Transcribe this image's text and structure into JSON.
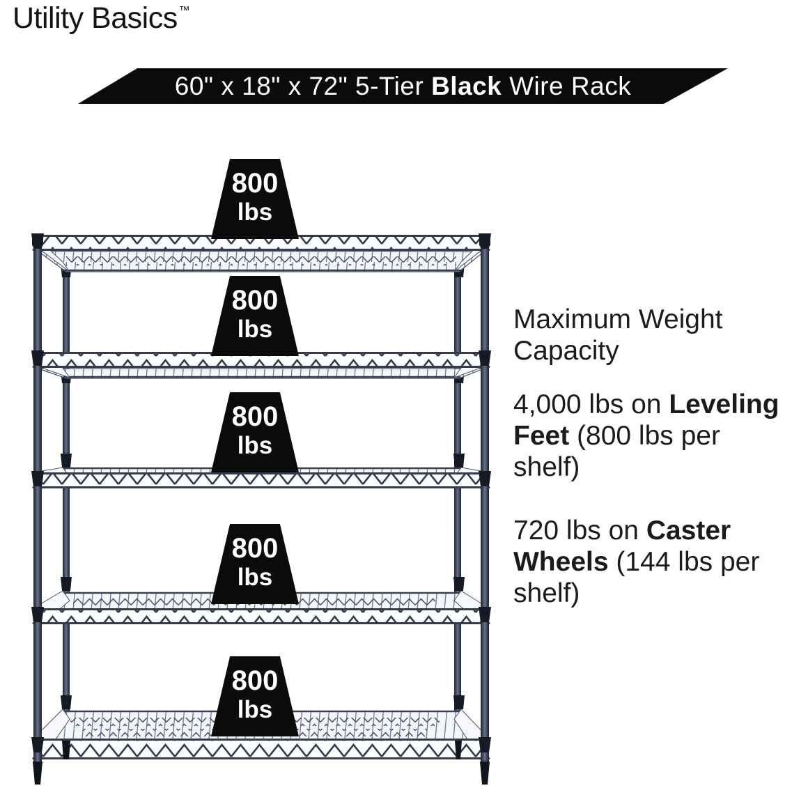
{
  "brand": {
    "name": "Utility Basics",
    "trademark": "™"
  },
  "banner": {
    "pre": "60\" x 18\" x 72\" 5-Tier ",
    "bold": "Black",
    "post": " Wire Rack",
    "bg_color": "#0b0b0b",
    "text_color": "#ffffff"
  },
  "rack": {
    "tiers": 5,
    "finish_name": "Black",
    "metal_color": "#3e4658",
    "sleeve_color": "#151923"
  },
  "weight_badges": [
    {
      "value": "800",
      "unit": "lbs"
    },
    {
      "value": "800",
      "unit": "lbs"
    },
    {
      "value": "800",
      "unit": "lbs"
    },
    {
      "value": "800",
      "unit": "lbs"
    },
    {
      "value": "800",
      "unit": "lbs"
    }
  ],
  "info": {
    "heading_lines": [
      "Maximum Weight",
      "Capacity"
    ],
    "leveling": {
      "l1_normal": "4,000 lbs on ",
      "l1_bold": "Leveling",
      "l2_bold": "Feet",
      "l2_normal": " (800 lbs per",
      "l3": "shelf)"
    },
    "caster": {
      "l1_normal": "720 lbs on ",
      "l1_bold": "Caster",
      "l2_bold": "Wheels",
      "l2_normal": " (144 lbs per",
      "l3": "shelf)"
    }
  }
}
